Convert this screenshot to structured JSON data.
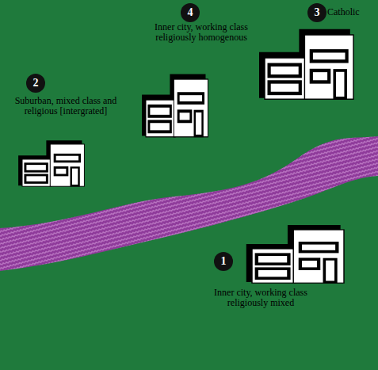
{
  "diagram": {
    "nodes": [
      {
        "text": [
          "4",
          "Inner city, working class religiously homogenous"
        ]
      },
      {
        "text": [
          "3",
          "Catholic"
        ]
      },
      {
        "text": [
          "2",
          "Suburban, mixed class and religious [intergrated]"
        ]
      },
      {
        "text": [
          "1",
          "Inner city, working class religiously mixed"
        ]
      }
    ]
  }
}
